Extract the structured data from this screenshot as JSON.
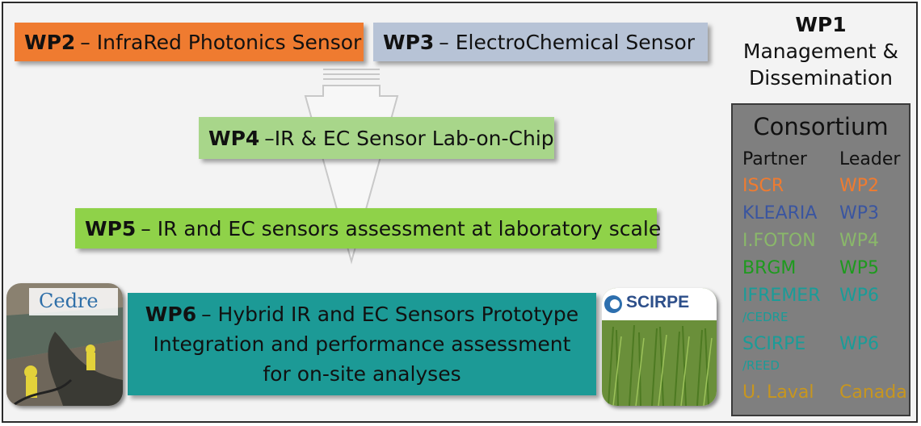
{
  "wp2": {
    "code": "WP2",
    "title": "– InfraRed Photonics Sensor"
  },
  "wp3": {
    "code": "WP3",
    "title": "– ElectroChemical Sensor"
  },
  "wp4": {
    "code": "WP4",
    "title": "–IR & EC Sensor Lab-on-Chip"
  },
  "wp5": {
    "code": "WP5",
    "title": "– IR and EC sensors assessment at laboratory scale"
  },
  "wp6": {
    "code": "WP6",
    "line1": "– Hybrid IR and EC Sensors Prototype",
    "line2": "Integration  and performance assessment",
    "line3": "for on-site analyses"
  },
  "wp1": {
    "code": "WP1",
    "line1": "Management &",
    "line2": "Dissemination"
  },
  "consortium": {
    "title": "Consortium",
    "header_partner": "Partner",
    "header_leader": "Leader",
    "rows": [
      {
        "partner": "ISCR",
        "leader": "WP2",
        "color": "#ef7b30"
      },
      {
        "partner": "KLEARIA",
        "leader": "WP3",
        "color": "#3a55a0"
      },
      {
        "partner": "I.FOTON",
        "leader": "WP4",
        "color": "#8ab86a"
      },
      {
        "partner": "BRGM",
        "leader": "WP5",
        "color": "#1e9a1e"
      },
      {
        "partner": "IFREMER",
        "partner_sub": "/CEDRE",
        "leader": "WP6",
        "color": "#1a9c98"
      },
      {
        "partner": "SCIRPE",
        "partner_sub": "/REED",
        "leader": "WP6",
        "color": "#1a9c98"
      },
      {
        "partner": "U. Laval",
        "leader": "Canada",
        "color": "#c8961e"
      }
    ]
  },
  "logos": {
    "cedre": "Cedre",
    "scirpe": "SCIRPE"
  }
}
